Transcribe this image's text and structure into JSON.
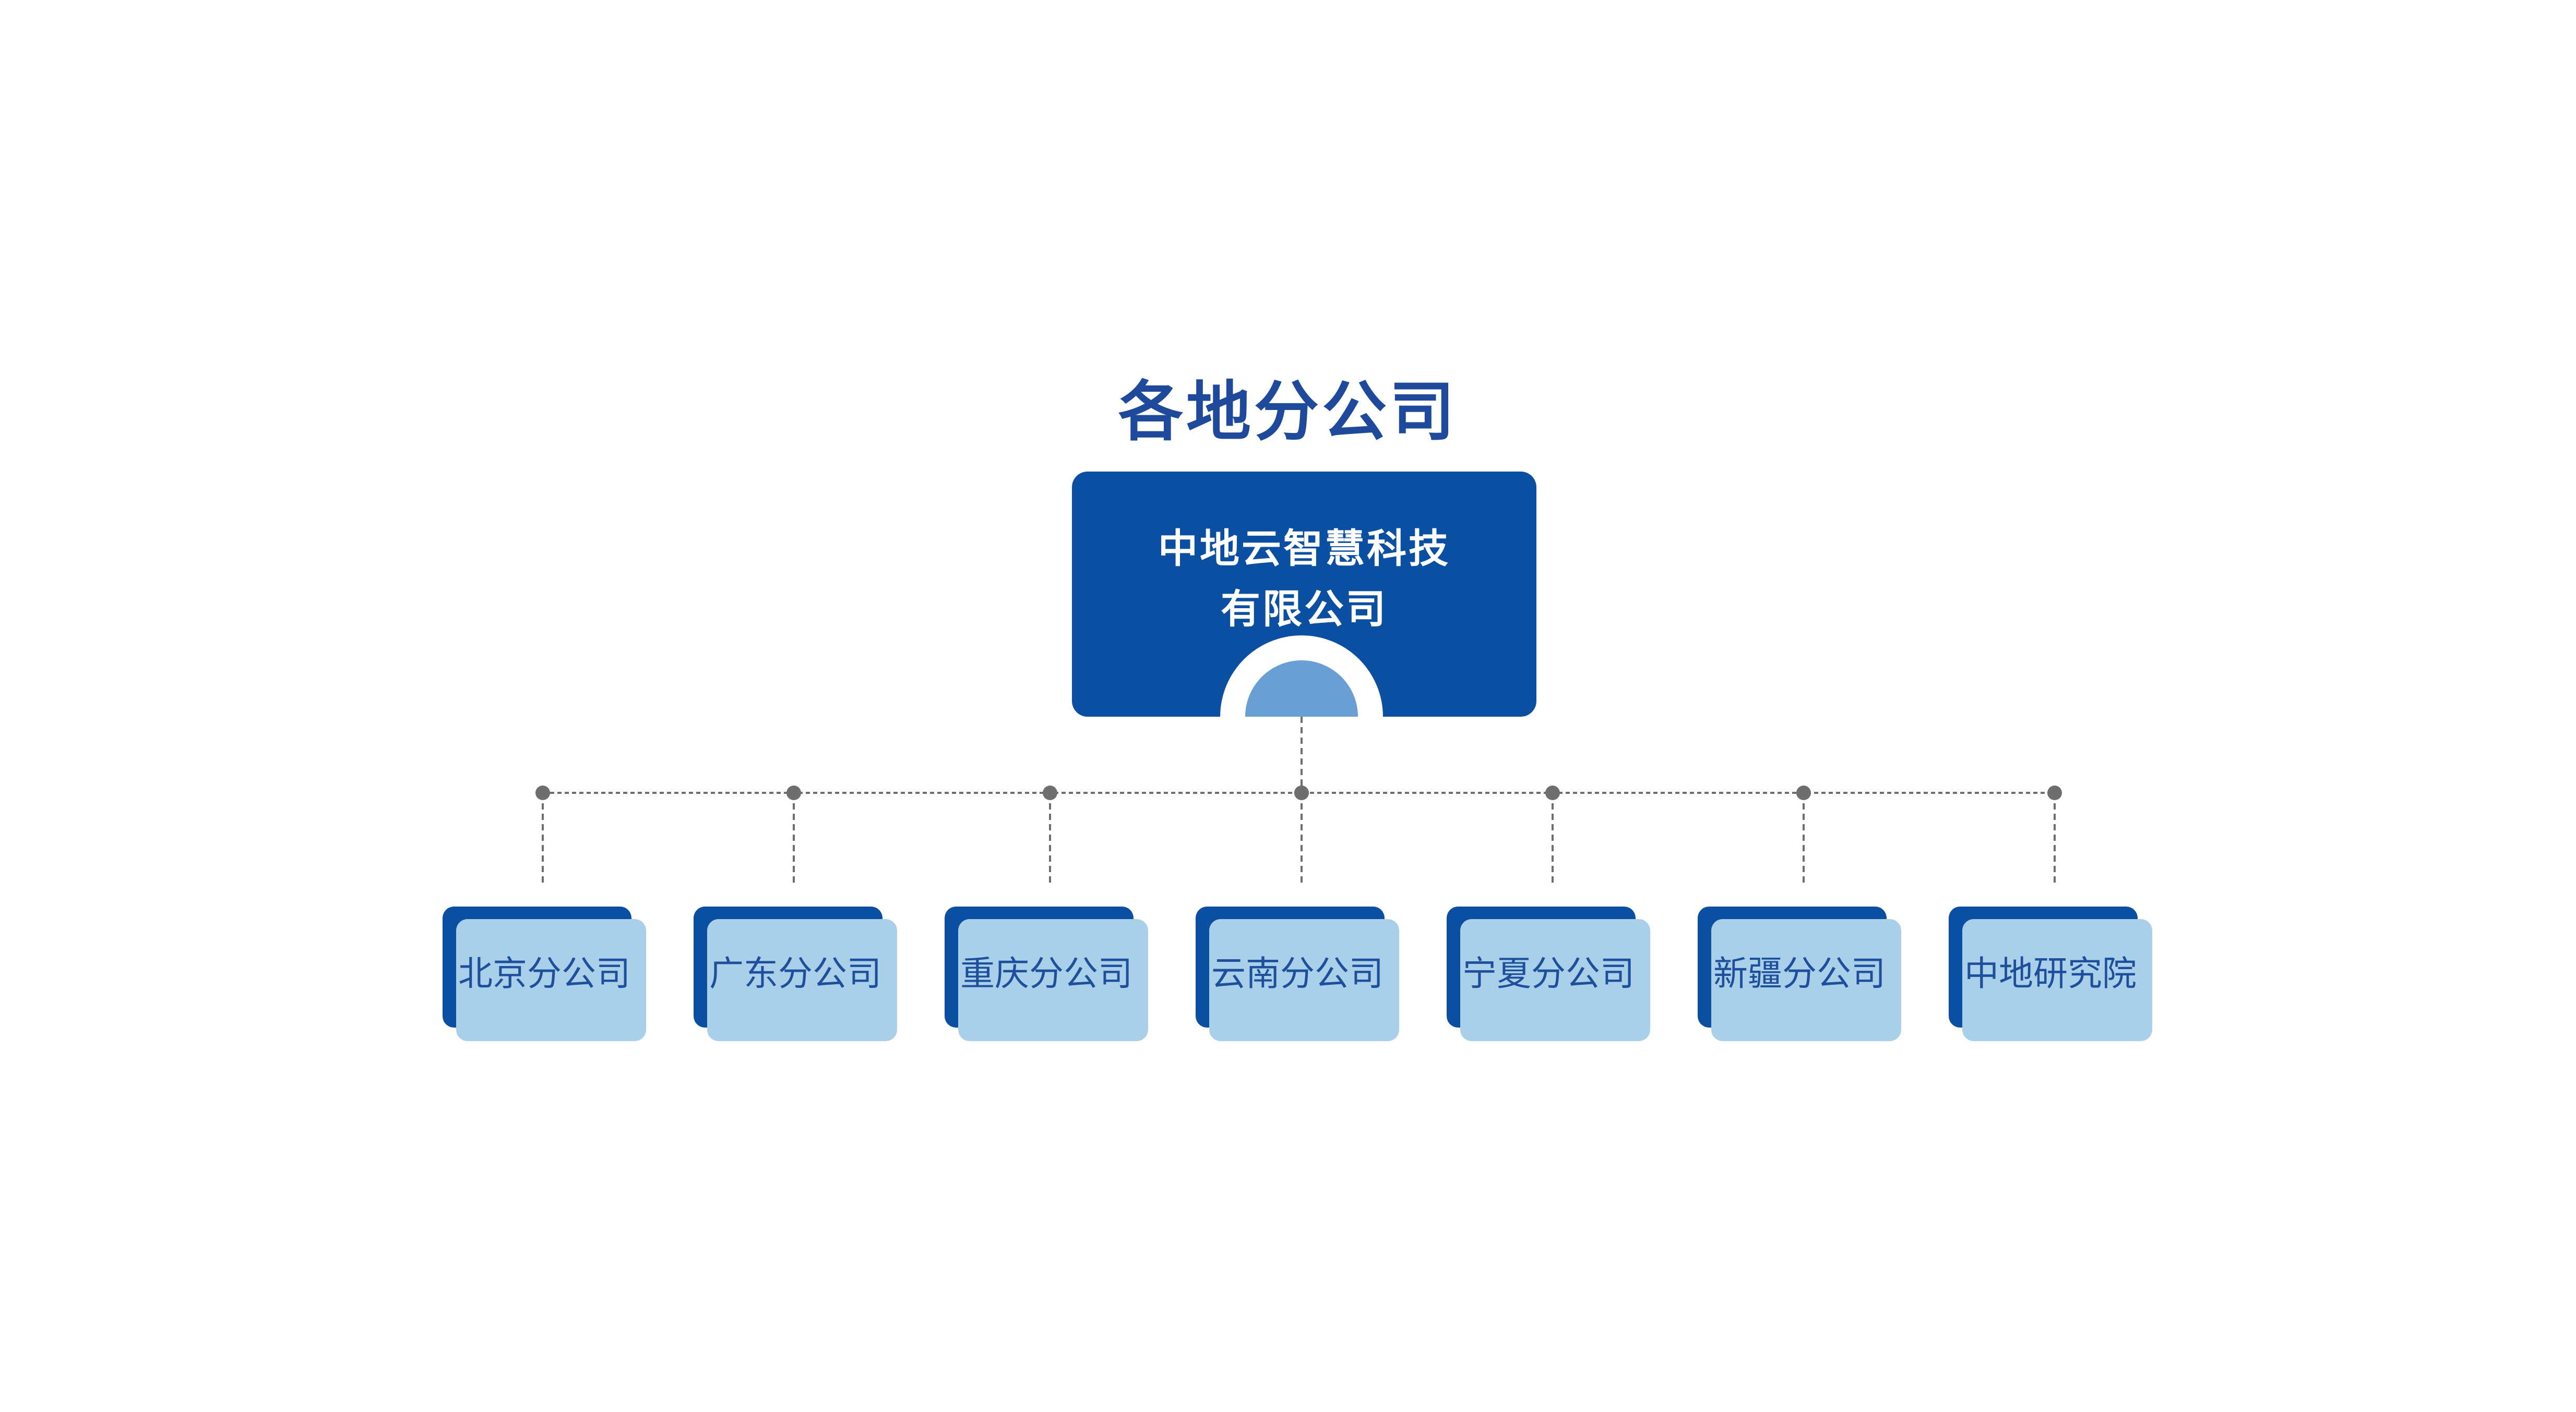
{
  "title": "各地分公司",
  "parent": {
    "line1": "中地云智慧科技",
    "line2": "有限公司"
  },
  "children": [
    {
      "label": "北京分公司"
    },
    {
      "label": "广东分公司"
    },
    {
      "label": "重庆分公司"
    },
    {
      "label": "云南分公司"
    },
    {
      "label": "宁夏分公司"
    },
    {
      "label": "新疆分公司"
    },
    {
      "label": "中地研究院"
    }
  ],
  "colors": {
    "title": "#1f4a9c",
    "parent_box": "#0a4fa1",
    "semicircle": "#6a9fd4",
    "child_back": "#0a4fa1",
    "child_front": "#a9cfe9",
    "child_text": "#1d4f9c",
    "connector": "#6e6e6e"
  }
}
